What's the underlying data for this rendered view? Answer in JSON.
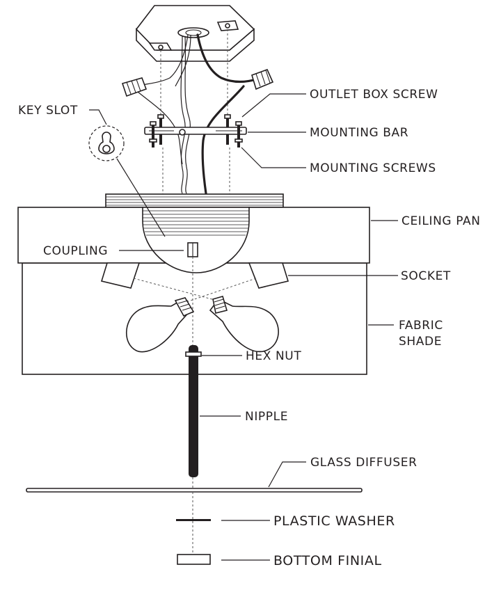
{
  "labels": {
    "outlet_box_screw": "OUTLET BOX SCREW",
    "key_slot": "KEY SLOT",
    "mounting_bar": "MOUNTING BAR",
    "mounting_screws": "MOUNTING SCREWS",
    "ceiling_pan": "CEILING PAN",
    "coupling": "COUPLING",
    "socket": "SOCKET",
    "fabric_shade_line1": "FABRIC",
    "fabric_shade_line2": "SHADE",
    "hex_nut": "HEX NUT",
    "nipple": "NIPPLE",
    "glass_diffuser": "GLASS DIFFUSER",
    "plastic_washer": "PLASTIC WASHER",
    "bottom_finial": "BOTTOM FINIAL"
  },
  "colors": {
    "line": "#231f20",
    "background": "#ffffff"
  }
}
